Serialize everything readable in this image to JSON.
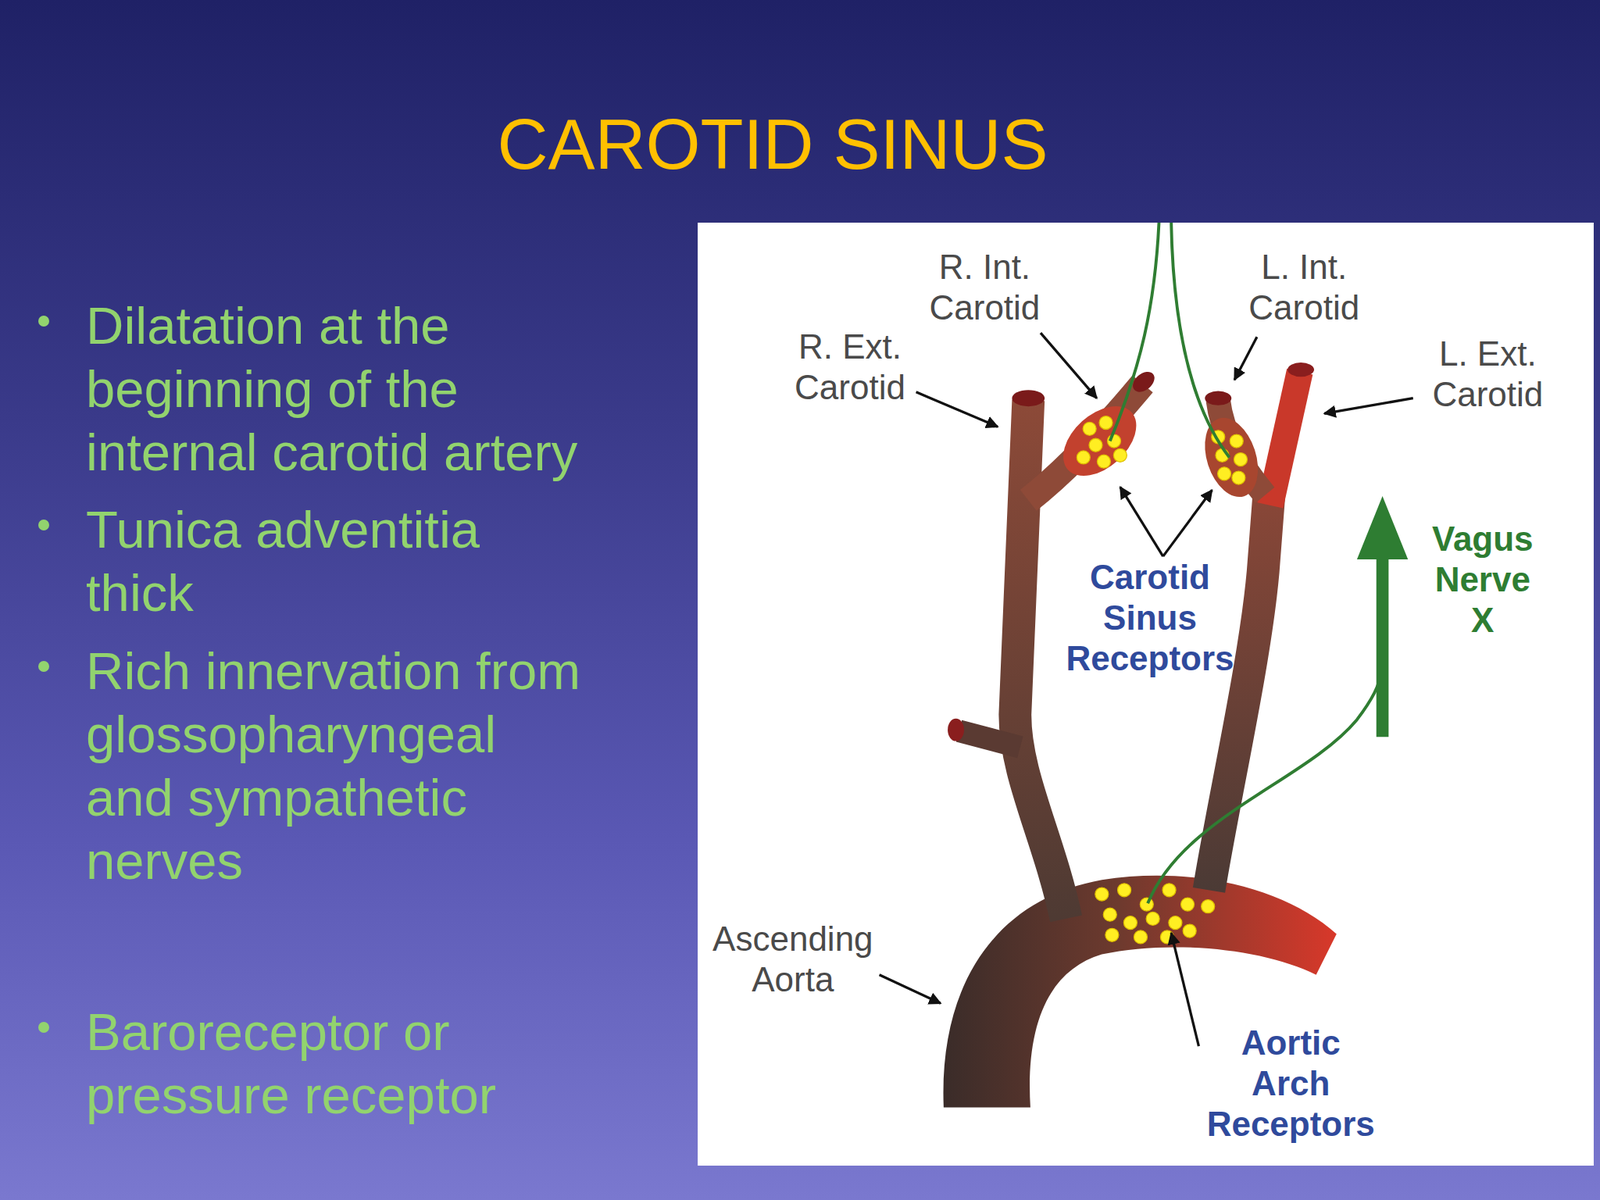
{
  "diagram": {
    "title": "CAROTID SINUS",
    "labels": [
      "Dilatation at the beginning of the internal carotid artery",
      "Tunica adventitia thick",
      "Rich innervation from glossopharyngeal and sympathetic nerves",
      "Baroreceptor or pressure receptor",
      "R. Int. Carotid",
      "L. Int. Carotid",
      "R. Ext. Carotid",
      "L. Ext. Carotid",
      "Carotid Sinus Receptors",
      "Vagus Nerve X",
      "Ascending Aorta",
      "Aortic Arch Receptors"
    ]
  }
}
